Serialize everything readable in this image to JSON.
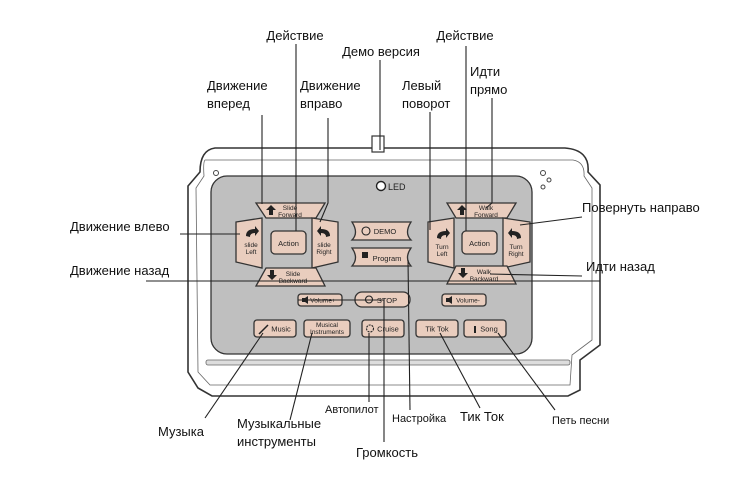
{
  "device": {
    "led_label": "LED",
    "buttons": {
      "slide_forward": "Slide\nForward",
      "action_left": "Action",
      "slide_left": "slide\nLeft",
      "slide_right": "slide\nRight",
      "slide_backward": "Slide\nBackward",
      "demo": "DEMO",
      "program": "Program",
      "stop": "STOP",
      "volume_plus": "Volume+",
      "volume_minus": "Volume-",
      "walk_forward": "Walk\nForward",
      "action_right": "Action",
      "turn_left": "Turn\nLeft",
      "turn_right": "Turn\nRight",
      "walk_backward": "Walk\nBackward",
      "music": "Music",
      "musical_instruments": "Musical\nInstruments",
      "cruise": "Cruise",
      "tiktok": "Tik Tok",
      "song": "Song"
    }
  },
  "callouts": {
    "action_left": "Действие",
    "demo": "Демо версия",
    "action_right": "Действие",
    "move_forward": "Движение\nвперед",
    "move_right": "Движение\nвправо",
    "turn_left": "Левый\nповорот",
    "walk_forward": "Идти\nпрямо",
    "move_left": "Движение влево",
    "turn_right": "Повернуть направо",
    "move_back": "Движение назад",
    "walk_back": "Идти назад",
    "music": "Музыка",
    "instruments": "Музыкальные\nинструменты",
    "autopilot": "Автопилот",
    "volume": "Громкость",
    "settings": "Настройка",
    "tiktok": "Тик Ток",
    "sing": "Петь песни"
  }
}
